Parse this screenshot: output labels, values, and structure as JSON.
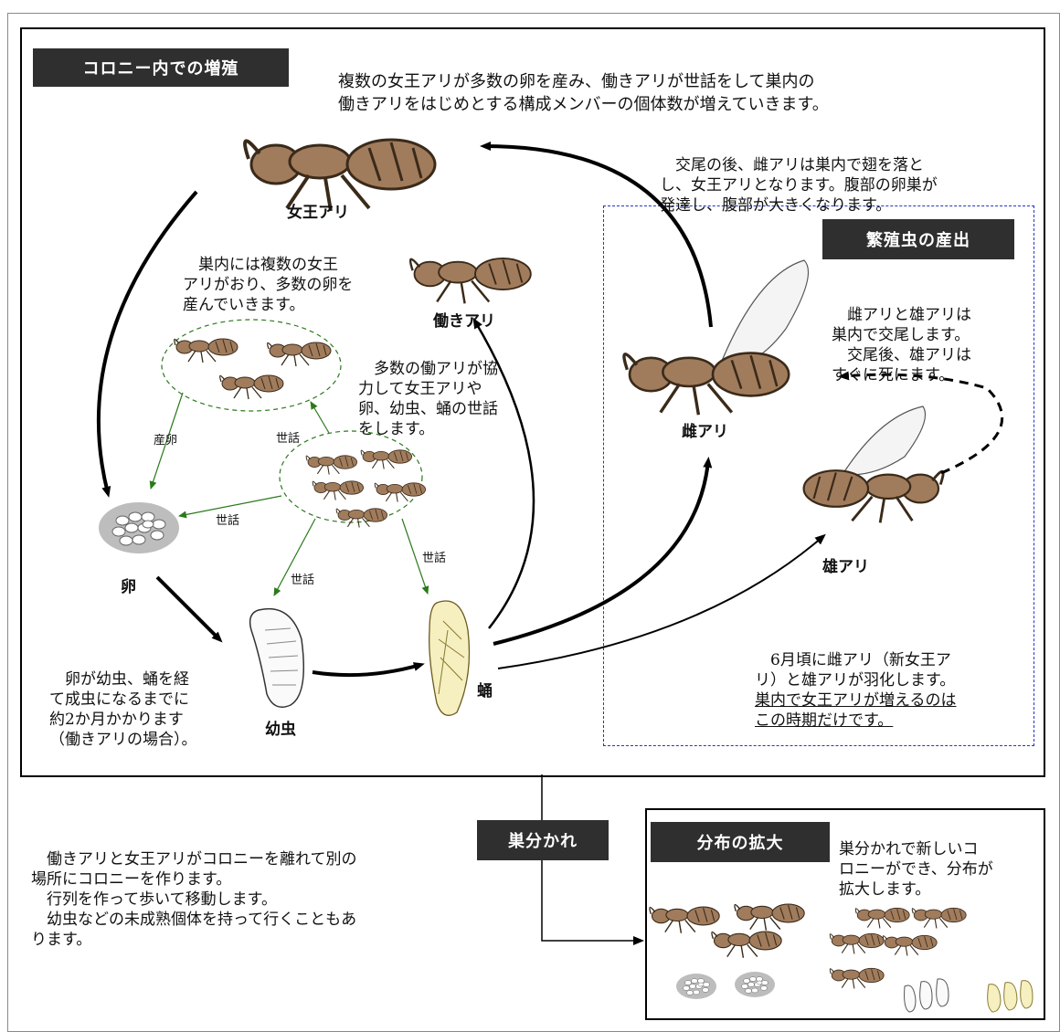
{
  "sections": {
    "colony_growth": {
      "title": "コロニー内での増殖",
      "description_line1": "複数の女王アリが多数の卵を産み、働きアリが世話をして巣内の",
      "description_line2": "働きアリをはじめとする構成メンバーの個体数が増えていきます。"
    },
    "reproductive": {
      "title": "繁殖虫の産出"
    },
    "budding": {
      "title": "巣分かれ"
    },
    "spread": {
      "title": "分布の拡大",
      "text_line1": "巣分かれで新しいコ",
      "text_line2": "ロニーができ、分布が",
      "text_line3": "拡大します。"
    }
  },
  "labels": {
    "queen": "女王アリ",
    "worker": "働きアリ",
    "egg": "卵",
    "larva": "幼虫",
    "pupa": "蛹",
    "female": "雌アリ",
    "male": "雄アリ"
  },
  "arrow_labels": {
    "lay_eggs": "産卵",
    "care": "世話"
  },
  "texts": {
    "queen_note": [
      "　巣内には複数の女王",
      "アリがおり、多数の卵を",
      "産んでいきます。"
    ],
    "worker_note": [
      "　多数の働アリが協",
      "力して女王アリや",
      "卵、幼虫、蛹の世話",
      "をします。"
    ],
    "development_note": [
      "　卵が幼虫、蛹を経",
      "て成虫になるまでに",
      "約2か月かかります",
      "（働きアリの場合）。"
    ],
    "mating_after_note": [
      "　交尾の後、雌アリは巣内で翅を落と",
      "し、女王アリとなります。腹部の卵巣が",
      "発達し、腹部が大きくなります。"
    ],
    "mating_note": [
      "　雌アリと雄アリは",
      "巣内で交尾します。",
      "　交尾後、雄アリは",
      "すぐに死にます。"
    ],
    "emergence_note": [
      "　6月頃に雌アリ（新女王ア",
      "リ）と雄アリが羽化します。"
    ],
    "emergence_underline": [
      "巣内で女王アリが増えるのは",
      "この時期だけです。"
    ],
    "budding_note": [
      "　働きアリと女王アリがコロニーを離れて別の",
      "場所にコロニーを作ります。",
      "　行列を作って歩いて移動します。",
      "　幼虫などの未成熟個体を持って行くこともあ",
      "ります。"
    ]
  },
  "colors": {
    "ant_body": "#a07c5c",
    "ant_dark": "#6e5240",
    "care_arrow": "#2a7a1a",
    "dash_border": "#2233cc",
    "title_bg": "#2f2f2f"
  }
}
